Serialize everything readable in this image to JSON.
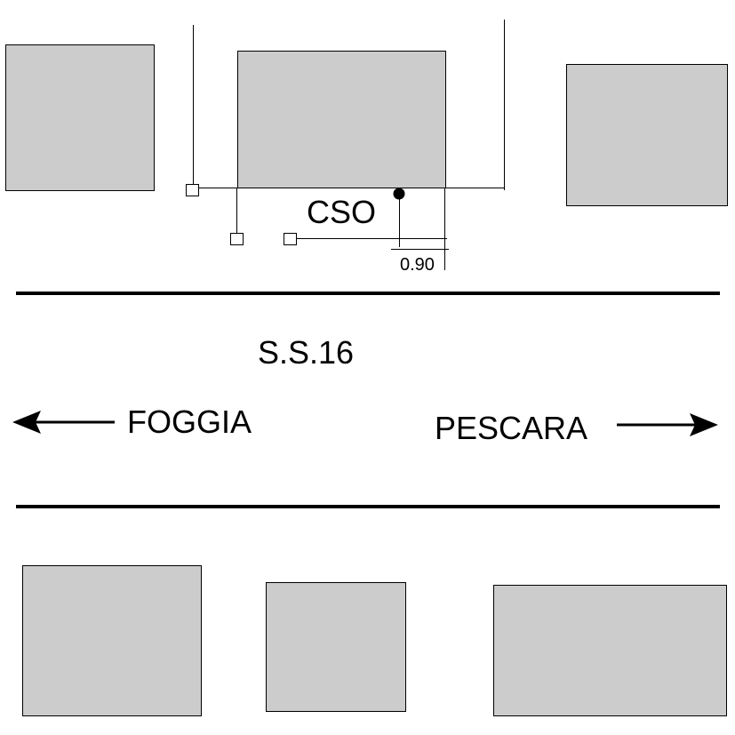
{
  "labels": {
    "sensor": "CSO",
    "distance": "0.90",
    "road": "S.S.16",
    "west_direction": "FOGGIA",
    "east_direction": "PESCARA"
  },
  "colors": {
    "building_fill": "#cccccc",
    "line": "#000000",
    "background": "#ffffff"
  }
}
